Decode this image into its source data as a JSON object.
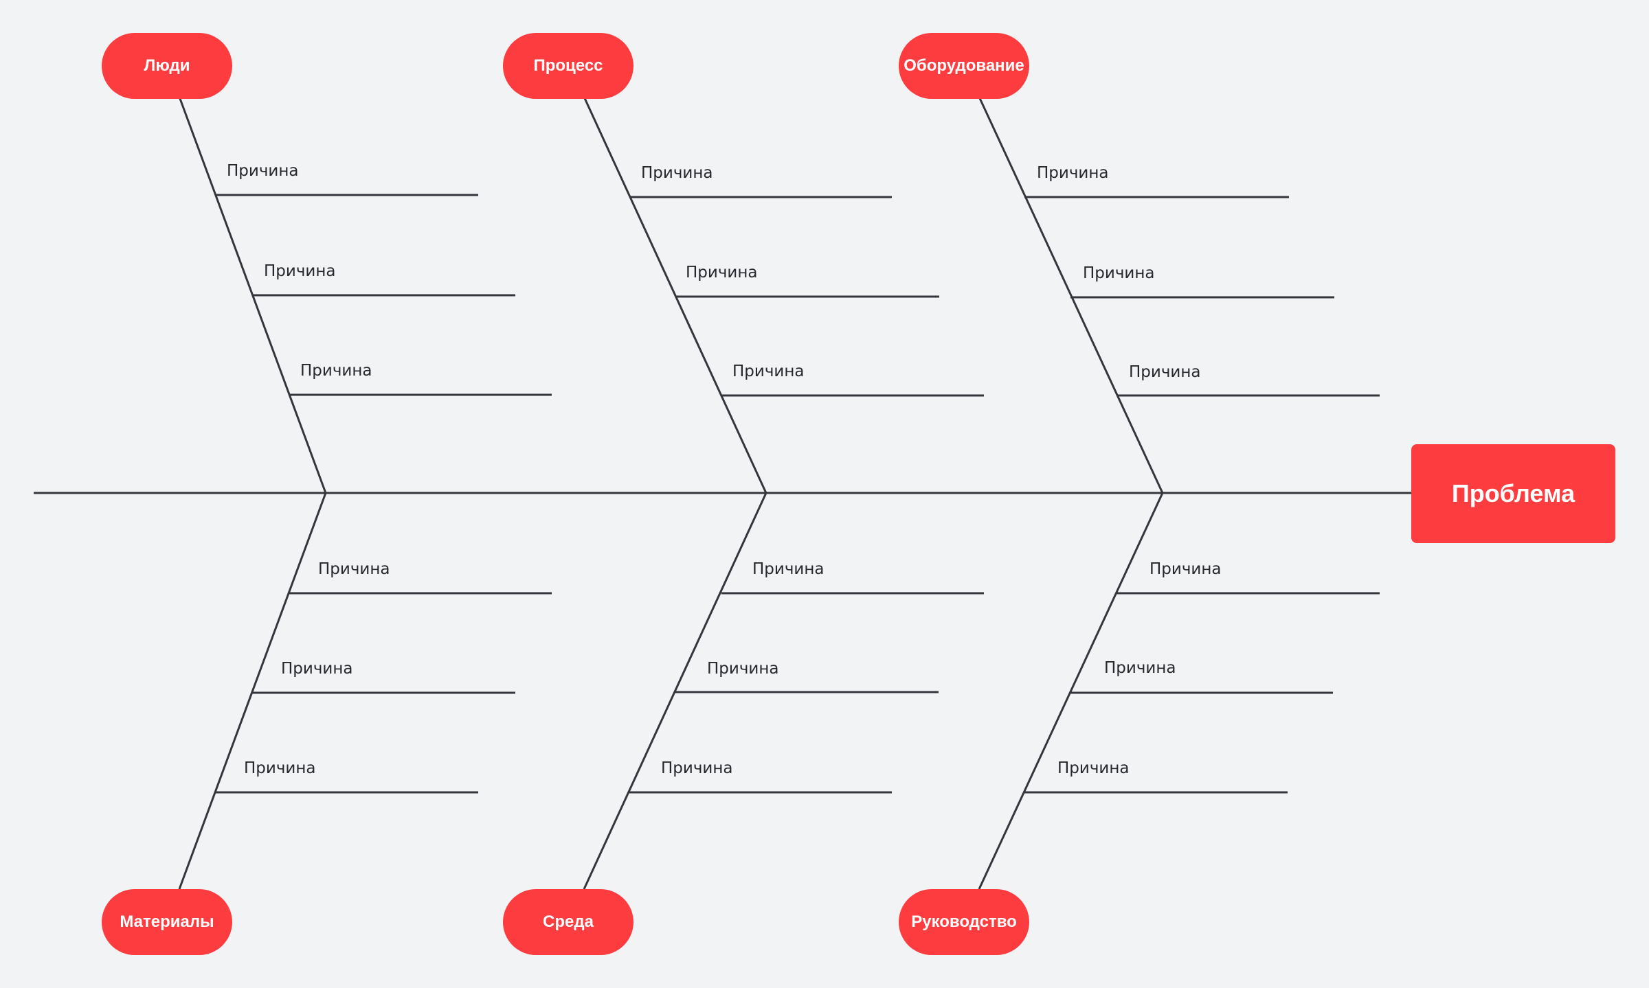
{
  "problem": {
    "label": "Проблема"
  },
  "categories": {
    "people": {
      "label": "Люди",
      "causes": [
        "Причина",
        "Причина",
        "Причина"
      ]
    },
    "process": {
      "label": "Процесс",
      "causes": [
        "Причина",
        "Причина",
        "Причина"
      ]
    },
    "equipment": {
      "label": "Оборудование",
      "causes": [
        "Причина",
        "Причина",
        "Причина"
      ]
    },
    "materials": {
      "label": "Материалы",
      "causes": [
        "Причина",
        "Причина",
        "Причина"
      ]
    },
    "environment": {
      "label": "Среда",
      "causes": [
        "Причина",
        "Причина",
        "Причина"
      ]
    },
    "management": {
      "label": "Руководство",
      "causes": [
        "Причина",
        "Причина",
        "Причина"
      ]
    }
  },
  "colors": {
    "accent": "#fc3c3f",
    "line": "#35363d",
    "background": "#f2f3f5",
    "text": "#27272e"
  }
}
